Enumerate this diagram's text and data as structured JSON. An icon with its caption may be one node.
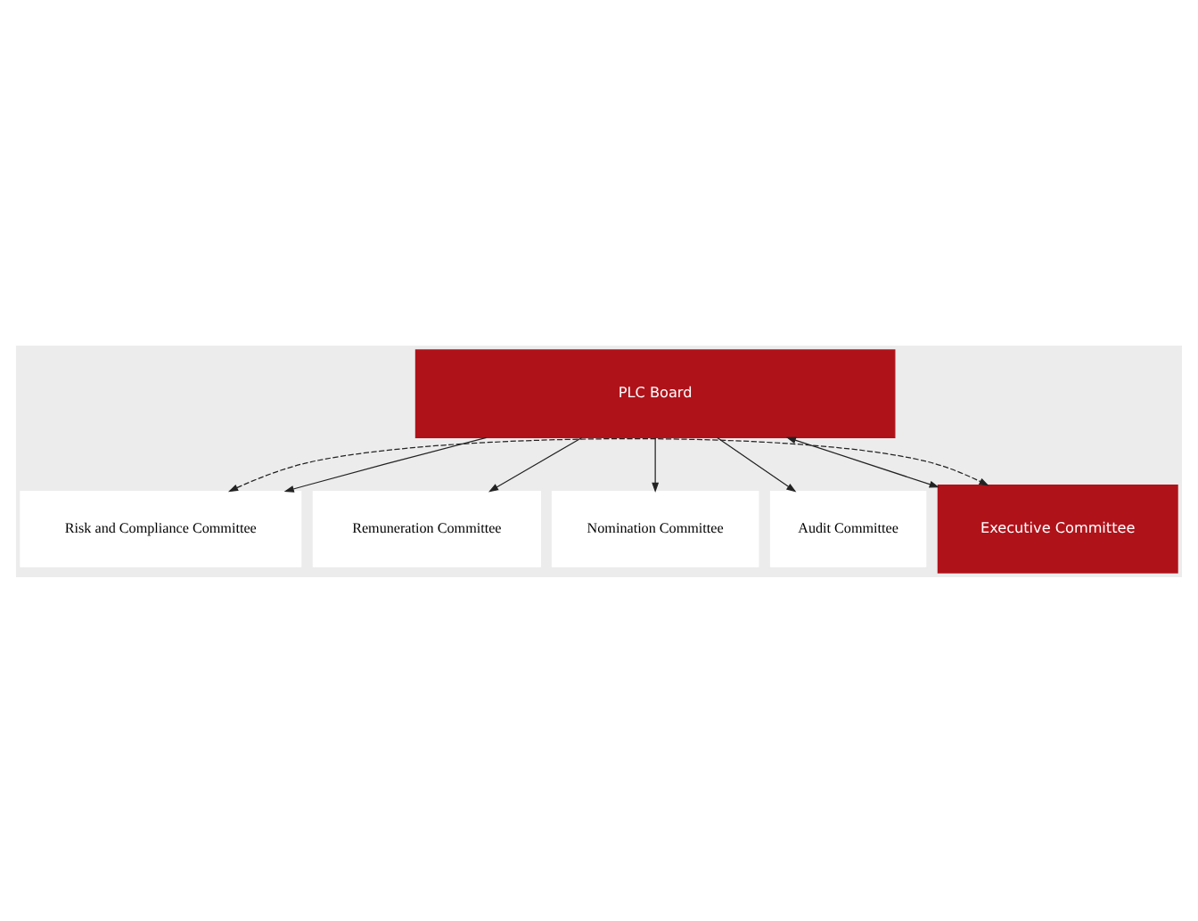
{
  "diagram": {
    "nodes": [
      {
        "text": [
          "PLC Board"
        ]
      },
      {
        "text": [
          "Risk and Compliance Committee"
        ]
      },
      {
        "text": [
          "Remuneration Committee"
        ]
      },
      {
        "text": [
          "Nomination Committee"
        ]
      },
      {
        "text": [
          "Audit Committee"
        ]
      },
      {
        "text": [
          "Executive Committee"
        ]
      }
    ],
    "edges": [
      {
        "from": 0,
        "to": 1,
        "arrow": "to"
      },
      {
        "from": 0,
        "to": 2,
        "arrow": "to"
      },
      {
        "from": 0,
        "to": 3,
        "arrow": "to"
      },
      {
        "from": 0,
        "to": 4,
        "arrow": "to"
      },
      {
        "from": 0,
        "to": 5,
        "arrow": "both"
      },
      {
        "from": 1,
        "to": 5,
        "arrow": "both",
        "style": "dashed"
      }
    ]
  }
}
